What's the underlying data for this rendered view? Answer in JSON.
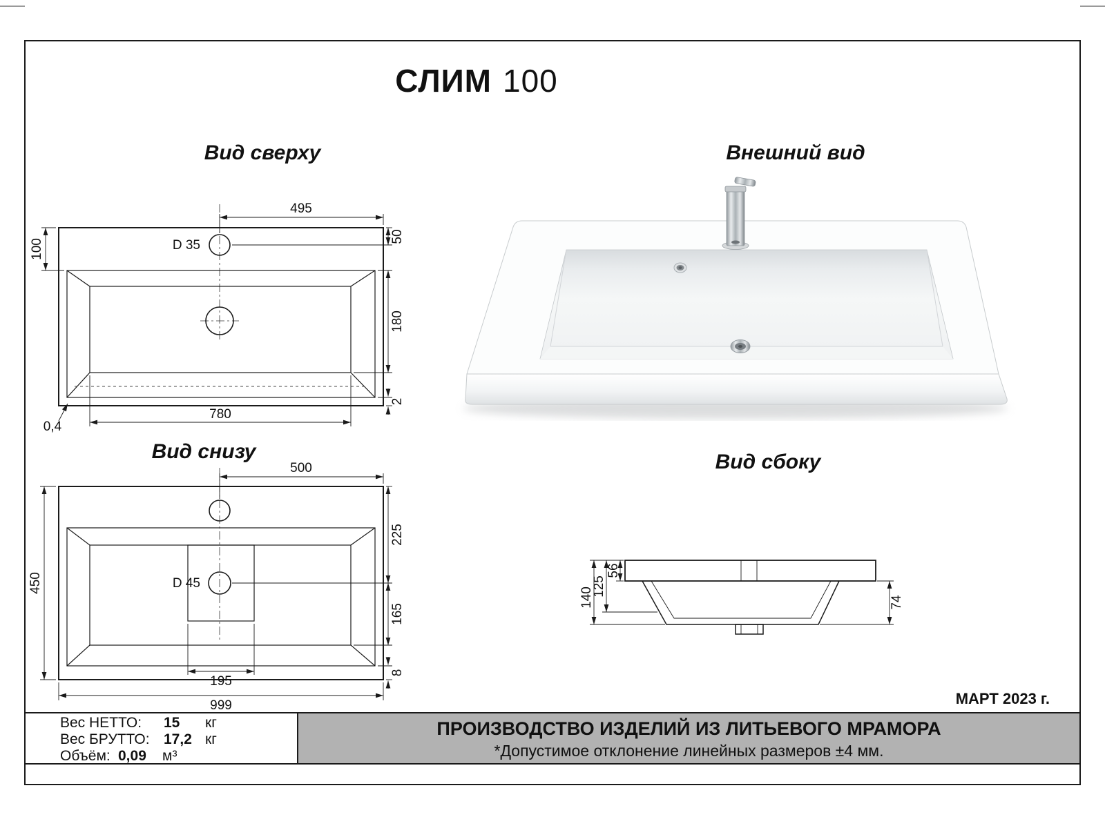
{
  "title": {
    "model": "СЛИМ",
    "size": "100"
  },
  "views": {
    "top_view": {
      "label": "Вид сверху",
      "dim_495": "495",
      "dim_50": "50",
      "dim_100": "100",
      "hole": "D 35",
      "dim_180": "180",
      "dim_2": "2",
      "dim_780": "780",
      "dim_04": "0,4"
    },
    "external_view": {
      "label": "Внешний вид"
    },
    "bottom_view": {
      "label": "Вид снизу",
      "dim_500": "500",
      "dim_225": "225",
      "dim_450": "450",
      "hole": "D 45",
      "dim_165": "165",
      "dim_195": "195",
      "dim_8": "8",
      "dim_999": "999"
    },
    "side_view": {
      "label": "Вид сбоку",
      "dim_56": "56",
      "dim_125": "125",
      "dim_140": "140",
      "dim_74": "74"
    }
  },
  "footer": {
    "date": "МАРТ 2023 г.",
    "specs": {
      "net_label": "Вес НЕТТО:",
      "net_value": "15",
      "net_unit": "кг",
      "gross_label": "Вес БРУТТО:",
      "gross_value": "17,2",
      "gross_unit": "кг",
      "volume_label": "Объём:",
      "volume_value": "0,09",
      "volume_unit": "м³"
    },
    "banner": {
      "line1": "ПРОИЗВОДСТВО ИЗДЕЛИЙ ИЗ ЛИТЬЕВОГО МРАМОРА",
      "line2": "*Допустимое отклонение линейных размеров ±4 мм."
    }
  }
}
